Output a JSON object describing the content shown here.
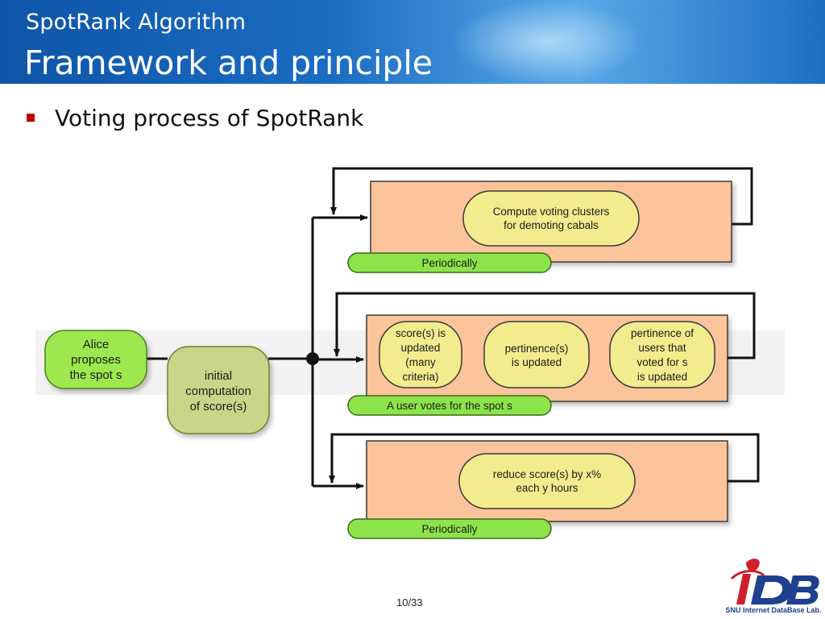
{
  "slide": {
    "subtitle": "SpotRank Algorithm",
    "title": "Framework and principle",
    "bullet": "Voting process of SpotRank",
    "page_number": "10/33"
  },
  "diagram": {
    "start": [
      "Alice",
      "proposes",
      "the spot s"
    ],
    "initial": [
      "initial",
      "computation",
      "of score(s)"
    ],
    "top": {
      "process": [
        "Compute voting clusters",
        "for demoting cabals"
      ],
      "trigger": "Periodically"
    },
    "middle": {
      "processes": [
        [
          "score(s) is",
          "updated",
          "(many",
          "criteria)"
        ],
        [
          "pertinence(s)",
          "is updated"
        ],
        [
          "pertinence of",
          "users that",
          "voted for s",
          "is updated"
        ]
      ],
      "trigger": "A user votes for the spot s"
    },
    "bottom": {
      "process": [
        "reduce score(s) by x%",
        "each y hours"
      ],
      "trigger": "Periodically"
    }
  },
  "logo": {
    "text": "iDB",
    "caption": "SNU Internet DataBase Lab."
  },
  "colors": {
    "header": "#1a6cc2",
    "bullet": "#c00000",
    "box_fill": "#fbc49a",
    "process_fill": "#f3ec8e",
    "trigger_fill": "#8de44a",
    "start_fill": "#9de84f",
    "initial_fill": "#c9d68a",
    "logo_red": "#d11f2a",
    "logo_blue": "#1f3f8f"
  }
}
